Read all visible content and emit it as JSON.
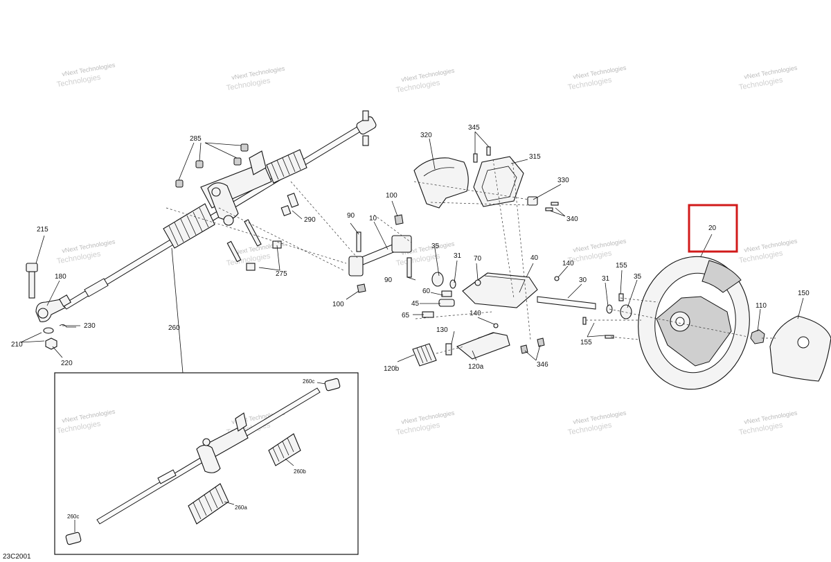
{
  "diagram_id": "23C2001",
  "watermark": {
    "line1": "vNext Technologies",
    "line2": "Technologies"
  },
  "callouts": {
    "c10": "10",
    "c20": "20",
    "c30": "30",
    "c31a": "31",
    "c31b": "31",
    "c35a": "35",
    "c35b": "35",
    "c40": "40",
    "c45": "45",
    "c60": "60",
    "c65": "65",
    "c70": "70",
    "c90a": "90",
    "c90b": "90",
    "c100a": "100",
    "c100b": "100",
    "c110": "110",
    "c120a": "120a",
    "c120b": "120b",
    "c130": "130",
    "c140a": "140",
    "c140b": "140",
    "c150": "150",
    "c155a": "155",
    "c155b": "155",
    "c180": "180",
    "c210": "210",
    "c215": "215",
    "c220": "220",
    "c230": "230",
    "c260": "260",
    "c260a": "260a",
    "c260b": "260b",
    "c260c_top": "260c",
    "c260c_bottom": "260c",
    "c275": "275",
    "c285": "285",
    "c290": "290",
    "c315": "315",
    "c320": "320",
    "c330": "330",
    "c340": "340",
    "c345": "345",
    "c346": "346"
  },
  "colors": {
    "highlight": "#d11a1a",
    "line": "#111111",
    "watermark": "#b9b9b9"
  }
}
